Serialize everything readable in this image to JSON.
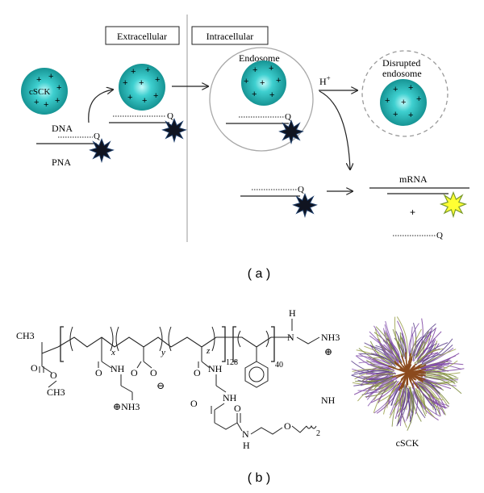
{
  "panel_a": {
    "label": "( a )",
    "box_extracellular": "Extracellular",
    "box_intracellular": "Intracellular",
    "cSCK": "cSCK",
    "DNA": "DNA",
    "PNA": "PNA",
    "Q": "Q",
    "endosome": "Endosome",
    "disrupted_line1": "Disrupted",
    "disrupted_line2": "endosome",
    "H": "H",
    "H_sup": "+",
    "mRNA": "mRNA",
    "plus": "+",
    "charge": "+"
  },
  "panel_b": {
    "label": "( b )",
    "CH3": "CH3",
    "ch3_ester": "CH3",
    "O": "O",
    "NH": "NH",
    "NH3": "NH3",
    "H": "H",
    "N": "N",
    "x": "x",
    "y": "y",
    "z": "z",
    "n128": "128",
    "n40": "40",
    "pos": "⊕",
    "neg": "⊖",
    "two": "2",
    "cSCK": "cSCK"
  },
  "colors": {
    "particle": "#1aa3a3",
    "particle_highlight": "#c8fbfb",
    "quencher": "#101420",
    "fluor": "#ffff33",
    "fluor_outline": "#7a9a2a",
    "line": "#222222",
    "micelle_core": "#8b4a1e",
    "micelle_purple": "#7b3fa0",
    "micelle_green": "#7a8a3a"
  },
  "icons": [
    "cSCK-particle-icon",
    "quencher-star-icon",
    "fluorophore-star-icon",
    "endosome-membrane",
    "micelle-3d-render"
  ]
}
